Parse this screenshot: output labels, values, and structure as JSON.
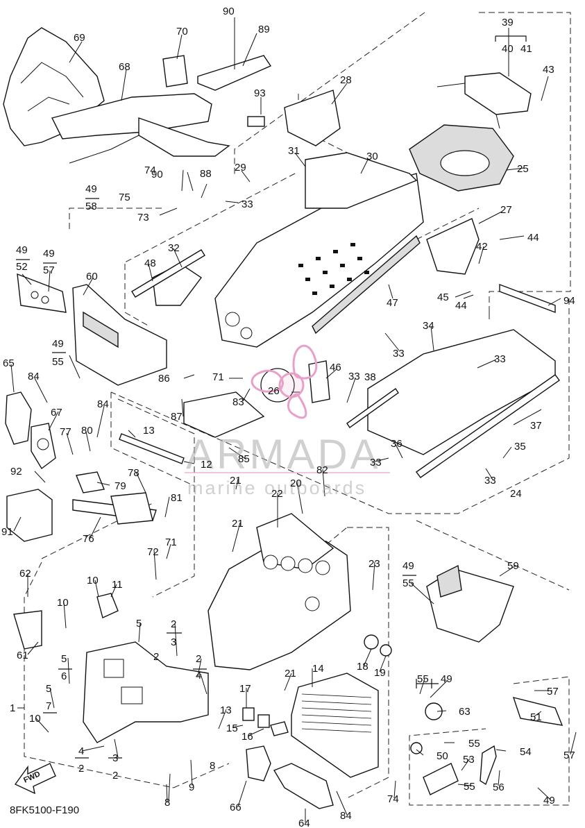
{
  "diagram": {
    "drawing_code": "8FK5100-F190",
    "direction_marker": "FWD",
    "watermark": {
      "brand": "ARMADA",
      "tagline": "marine outboards",
      "brand_color": "#e8a0c8"
    },
    "callouts": [
      {
        "id": "c90a",
        "text": "90"
      },
      {
        "id": "c89",
        "text": "89"
      },
      {
        "id": "c70",
        "text": "70"
      },
      {
        "id": "c69",
        "text": "69"
      },
      {
        "id": "c68",
        "text": "68"
      },
      {
        "id": "c93",
        "text": "93"
      },
      {
        "id": "c28",
        "text": "28"
      },
      {
        "id": "c39",
        "text": "39"
      },
      {
        "id": "c40",
        "text": "40"
      },
      {
        "id": "c41",
        "text": "41"
      },
      {
        "id": "c43",
        "text": "43"
      },
      {
        "id": "c31",
        "text": "31"
      },
      {
        "id": "c30",
        "text": "30"
      },
      {
        "id": "c25",
        "text": "25"
      },
      {
        "id": "c29",
        "text": "29"
      },
      {
        "id": "c74a",
        "text": "74"
      },
      {
        "id": "c88",
        "text": "88"
      },
      {
        "id": "c75",
        "text": "75"
      },
      {
        "id": "c90b",
        "text": "90"
      },
      {
        "id": "c33a",
        "text": "33"
      },
      {
        "id": "c49a",
        "text": "49"
      },
      {
        "id": "c58",
        "text": "58"
      },
      {
        "id": "c73",
        "text": "73"
      },
      {
        "id": "c27",
        "text": "27"
      },
      {
        "id": "c44a",
        "text": "44"
      },
      {
        "id": "c42",
        "text": "42"
      },
      {
        "id": "c49b",
        "text": "49"
      },
      {
        "id": "c52",
        "text": "52"
      },
      {
        "id": "c49c",
        "text": "49"
      },
      {
        "id": "c57a",
        "text": "57"
      },
      {
        "id": "c32",
        "text": "32"
      },
      {
        "id": "c48",
        "text": "48"
      },
      {
        "id": "c60",
        "text": "60"
      },
      {
        "id": "c45",
        "text": "45"
      },
      {
        "id": "c44b",
        "text": "44"
      },
      {
        "id": "c47",
        "text": "47"
      },
      {
        "id": "c94",
        "text": "94"
      },
      {
        "id": "c49d",
        "text": "49"
      },
      {
        "id": "c55a",
        "text": "55"
      },
      {
        "id": "c34",
        "text": "34"
      },
      {
        "id": "c33b",
        "text": "33"
      },
      {
        "id": "c33c",
        "text": "33"
      },
      {
        "id": "c65",
        "text": "65"
      },
      {
        "id": "c84a",
        "text": "84"
      },
      {
        "id": "c86",
        "text": "86"
      },
      {
        "id": "c71a",
        "text": "71"
      },
      {
        "id": "c46",
        "text": "46"
      },
      {
        "id": "c33d",
        "text": "33"
      },
      {
        "id": "c38",
        "text": "38"
      },
      {
        "id": "c26",
        "text": "26"
      },
      {
        "id": "c83",
        "text": "83"
      },
      {
        "id": "c67",
        "text": "67"
      },
      {
        "id": "c87",
        "text": "87"
      },
      {
        "id": "c84b",
        "text": "84"
      },
      {
        "id": "c37",
        "text": "37"
      },
      {
        "id": "c13a",
        "text": "13"
      },
      {
        "id": "c77",
        "text": "77"
      },
      {
        "id": "c80",
        "text": "80"
      },
      {
        "id": "c36",
        "text": "36"
      },
      {
        "id": "c35",
        "text": "35"
      },
      {
        "id": "c12",
        "text": "12"
      },
      {
        "id": "c85",
        "text": "85"
      },
      {
        "id": "c33e",
        "text": "33"
      },
      {
        "id": "c92",
        "text": "92"
      },
      {
        "id": "c79",
        "text": "79"
      },
      {
        "id": "c78",
        "text": "78"
      },
      {
        "id": "c82",
        "text": "82"
      },
      {
        "id": "c21a",
        "text": "21"
      },
      {
        "id": "c20",
        "text": "20"
      },
      {
        "id": "c33f",
        "text": "33"
      },
      {
        "id": "c24",
        "text": "24"
      },
      {
        "id": "c22",
        "text": "22"
      },
      {
        "id": "c81",
        "text": "81"
      },
      {
        "id": "c91",
        "text": "91"
      },
      {
        "id": "c76",
        "text": "76"
      },
      {
        "id": "c21b",
        "text": "21"
      },
      {
        "id": "c71b",
        "text": "71"
      },
      {
        "id": "c72",
        "text": "72"
      },
      {
        "id": "c62",
        "text": "62"
      },
      {
        "id": "c23",
        "text": "23"
      },
      {
        "id": "c49e",
        "text": "49"
      },
      {
        "id": "c55b",
        "text": "55"
      },
      {
        "id": "c59",
        "text": "59"
      },
      {
        "id": "c10a",
        "text": "10"
      },
      {
        "id": "c11",
        "text": "11"
      },
      {
        "id": "c10b",
        "text": "10"
      },
      {
        "id": "c5a",
        "text": "5"
      },
      {
        "id": "c61",
        "text": "61"
      },
      {
        "id": "c2a",
        "text": "2"
      },
      {
        "id": "c3a",
        "text": "3"
      },
      {
        "id": "c5b",
        "text": "5"
      },
      {
        "id": "c6",
        "text": "6"
      },
      {
        "id": "c2b",
        "text": "2"
      },
      {
        "id": "c2c",
        "text": "2"
      },
      {
        "id": "c4a",
        "text": "4"
      },
      {
        "id": "c18",
        "text": "18"
      },
      {
        "id": "c19",
        "text": "19"
      },
      {
        "id": "c14",
        "text": "14"
      },
      {
        "id": "c21c",
        "text": "21"
      },
      {
        "id": "c55c",
        "text": "55"
      },
      {
        "id": "c49f",
        "text": "49"
      },
      {
        "id": "c5c",
        "text": "5"
      },
      {
        "id": "c7",
        "text": "7"
      },
      {
        "id": "c1",
        "text": "1"
      },
      {
        "id": "c17",
        "text": "17"
      },
      {
        "id": "c57b",
        "text": "57"
      },
      {
        "id": "c13b",
        "text": "13"
      },
      {
        "id": "c63",
        "text": "63"
      },
      {
        "id": "c10c",
        "text": "10"
      },
      {
        "id": "c15",
        "text": "15"
      },
      {
        "id": "c16",
        "text": "16"
      },
      {
        "id": "c51",
        "text": "51"
      },
      {
        "id": "c55d",
        "text": "55"
      },
      {
        "id": "c4b",
        "text": "4"
      },
      {
        "id": "c2d",
        "text": "2"
      },
      {
        "id": "c3b",
        "text": "3"
      },
      {
        "id": "c2e",
        "text": "2"
      },
      {
        "id": "c50",
        "text": "50"
      },
      {
        "id": "c54",
        "text": "54"
      },
      {
        "id": "c57c",
        "text": "57"
      },
      {
        "id": "c53",
        "text": "53"
      },
      {
        "id": "c8a",
        "text": "8"
      },
      {
        "id": "c9",
        "text": "9"
      },
      {
        "id": "c55e",
        "text": "55"
      },
      {
        "id": "c56",
        "text": "56"
      },
      {
        "id": "c8b",
        "text": "8"
      },
      {
        "id": "c66",
        "text": "66"
      },
      {
        "id": "c74b",
        "text": "74"
      },
      {
        "id": "c84c",
        "text": "84"
      },
      {
        "id": "c49g",
        "text": "49"
      },
      {
        "id": "c64",
        "text": "64"
      }
    ]
  }
}
